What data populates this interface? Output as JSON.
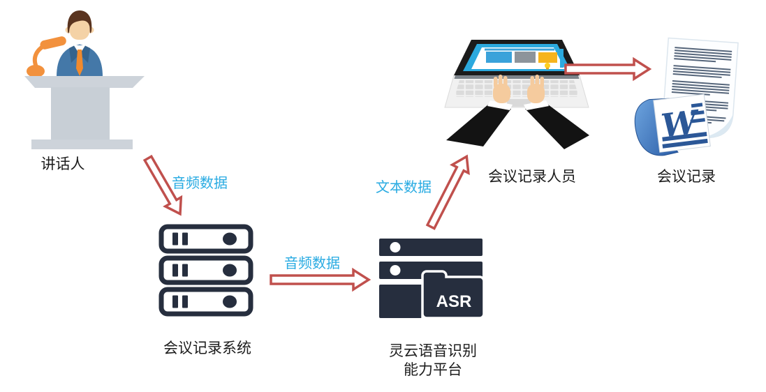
{
  "diagram_title": "",
  "colors": {
    "arrow_outline": "#C0504D",
    "flow_label_text": "#29ABE2",
    "dark_navy": "#262E3E",
    "node_label_text": "#1C1C1C",
    "orange_accent": "#F2913D",
    "suit_blue": "#4478A8",
    "podium_gray": "#CDD3DA",
    "laptop_screen_cyan": "#2BA9DE",
    "word_blue": "#2B5797"
  },
  "nodes": {
    "speaker": {
      "label": "讲话人"
    },
    "recording_system": {
      "label": "会议记录系统"
    },
    "asr_platform": {
      "label_line1": "灵云语音识别",
      "label_line2": "能力平台",
      "badge": "ASR"
    },
    "recorder": {
      "label": "会议记录人员"
    },
    "document": {
      "label": "会议记录",
      "icon_letter": "W"
    }
  },
  "flows": [
    {
      "from": "speaker",
      "to": "recording_system",
      "label": "音频数据"
    },
    {
      "from": "recording_system",
      "to": "asr_platform",
      "label": "音频数据"
    },
    {
      "from": "asr_platform",
      "to": "recorder",
      "label": "文本数据"
    },
    {
      "from": "recorder",
      "to": "document",
      "label": ""
    }
  ]
}
